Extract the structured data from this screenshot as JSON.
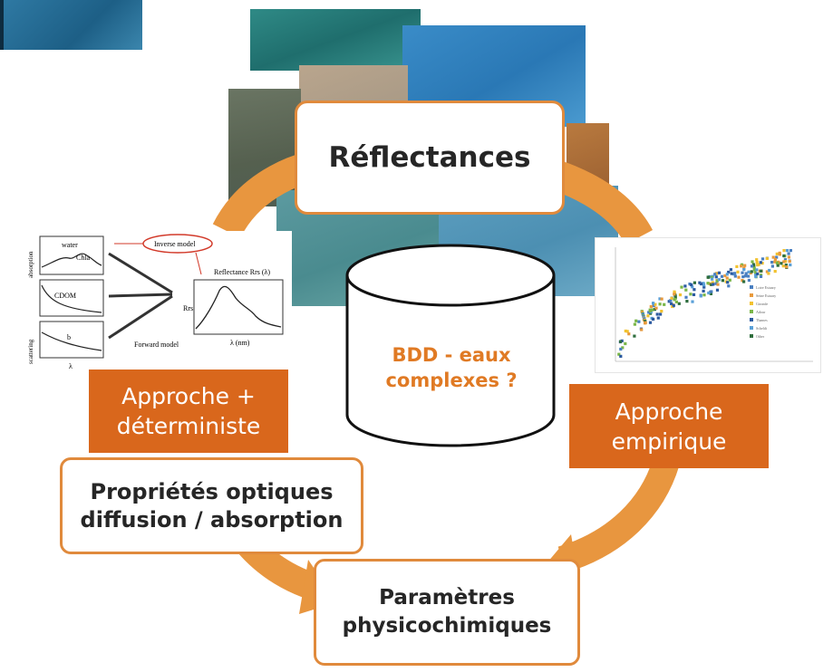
{
  "colors": {
    "accent_orange": "#d9671c",
    "arrow_orange": "#e8963f",
    "box_border": "#e08a3c",
    "db_text": "#e07a24"
  },
  "boxes": {
    "reflectances": "Réflectances",
    "database": "BDD - eaux complexes ?",
    "deterministic": "Approche + déterministe",
    "empirical": "Approche empirique",
    "optical_properties": "Propriétés optiques diffusion / absorption",
    "parameters": "Paramètres physicochimiques"
  },
  "model_figure": {
    "inverse_label": "Inverse model",
    "reflectance_label": "Reflectance Rrs (λ)",
    "forward_label": "Forward model",
    "water_label": "water",
    "chla_label": "Chla",
    "cdom_label": "CDOM",
    "ylabel_absorption": "absorption",
    "ylabel_scattering": "scattering",
    "rrs_axis": "Rrs",
    "lambda_axis": "λ (nm)",
    "lambda_short": "λ"
  },
  "chart_data": {
    "type": "scatter",
    "series": [
      {
        "name": "Loire Estuary",
        "color": "#4a7fc1"
      },
      {
        "name": "Seine Estuary",
        "color": "#e89a3c"
      },
      {
        "name": "Gironde",
        "color": "#f2c230"
      },
      {
        "name": "Adour",
        "color": "#7ab648"
      },
      {
        "name": "Thames",
        "color": "#2b5aa0"
      },
      {
        "name": "Scheldt",
        "color": "#5aa0d8"
      },
      {
        "name": "Other",
        "color": "#2f6e3e"
      }
    ]
  }
}
